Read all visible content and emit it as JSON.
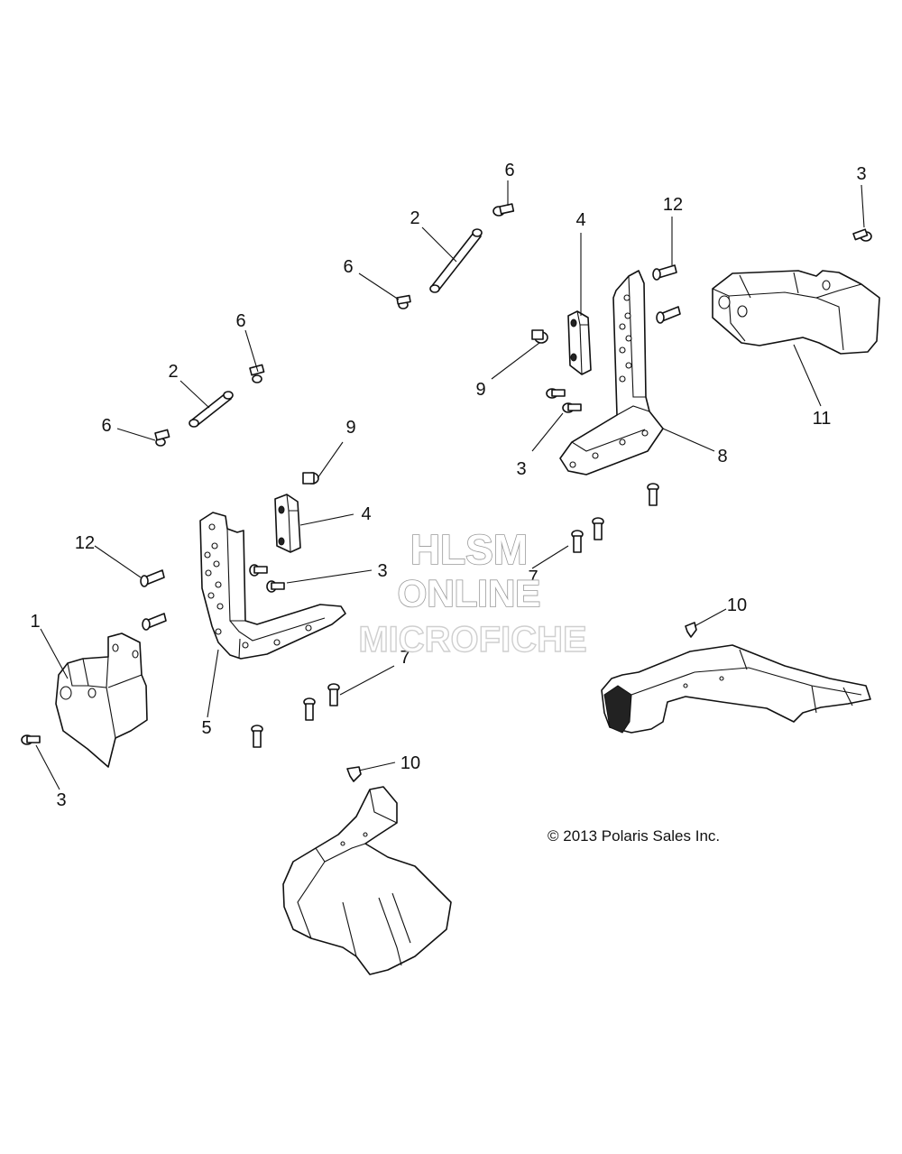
{
  "diagram": {
    "callout_labels": {
      "c1": "1",
      "c2a": "2",
      "c2b": "2",
      "c3a": "3",
      "c3b": "3",
      "c3c": "3",
      "c3d": "3",
      "c4a": "4",
      "c4b": "4",
      "c5": "5",
      "c6a": "6",
      "c6b": "6",
      "c6c": "6",
      "c6d": "6",
      "c7a": "7",
      "c7b": "7",
      "c8": "8",
      "c9a": "9",
      "c9b": "9",
      "c10a": "10",
      "c10b": "10",
      "c11": "11",
      "c12a": "12",
      "c12b": "12"
    },
    "copyright": "© 2013 Polaris Sales Inc.",
    "watermark": {
      "line1": "HLSM",
      "line2": "ONLINE",
      "line3": "MICROFICHE"
    }
  }
}
